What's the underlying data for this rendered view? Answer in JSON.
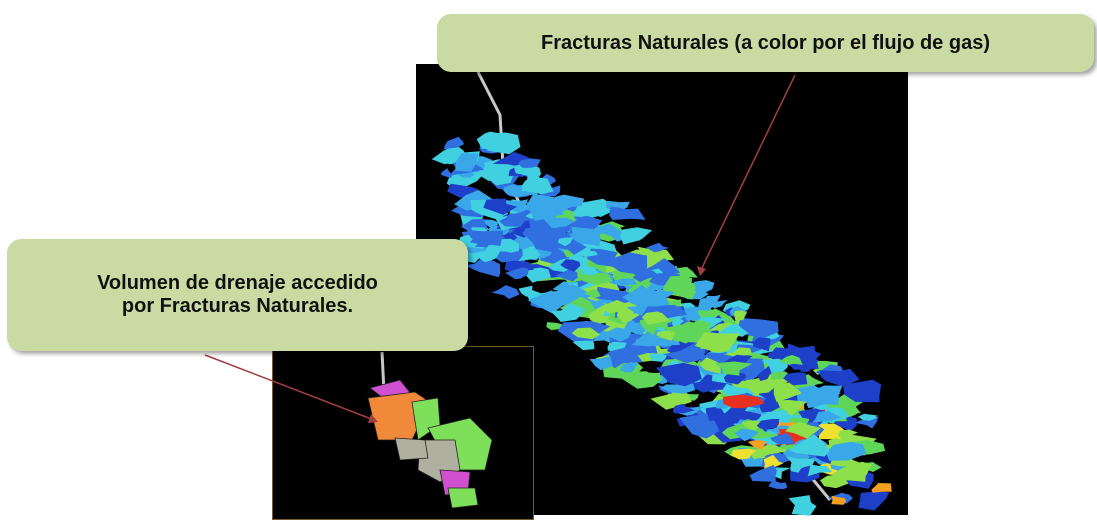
{
  "callouts": {
    "natural_fractures": "Fracturas Naturales (a color por el flujo de gas)",
    "drainage_volume_line1": "Volumen de drenaje accedido",
    "drainage_volume_line2": "por Fracturas Naturales."
  },
  "colors": {
    "callout_fill": "#c9dba3",
    "arrow": "#a04040",
    "background": "#000000",
    "fracture_palette": [
      "#1e40c8",
      "#2f6fe0",
      "#3aa8e8",
      "#40d0e0",
      "#5fd65a",
      "#8ee04a",
      "#f0e030",
      "#f5a020",
      "#e83020"
    ],
    "block_palette": [
      "#f08a3a",
      "#7ee05a",
      "#b0b0a0",
      "#d050d0"
    ]
  },
  "icons": [
    "wellbore-line",
    "fracture-cloud",
    "drainage-blocks",
    "pointer-arrow"
  ]
}
